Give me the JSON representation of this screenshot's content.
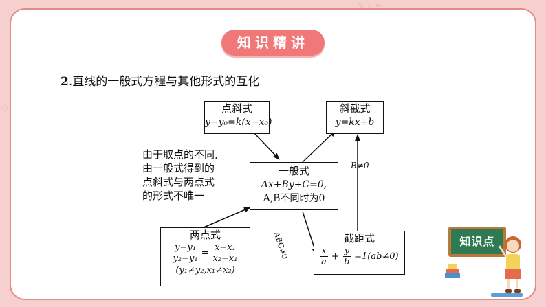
{
  "header": {
    "title": "知识精讲"
  },
  "section": {
    "number": "2",
    "title": ".直线的一般式方程与其他形式的互化"
  },
  "boxes": {
    "point_slope": {
      "name": "点斜式",
      "formula": "y−y₀=k(x−x₀)"
    },
    "slope_intercept": {
      "name": "斜截式",
      "formula": "y=kx+b"
    },
    "general": {
      "name": "一般式",
      "formula": "Ax+By+C=0,",
      "condition": "A,B不同时为0"
    },
    "two_point": {
      "name": "两点式",
      "num_left": "y−y₁",
      "den_left": "y₂−y₁",
      "num_right": "x−x₁",
      "den_right": "x₂−x₁",
      "condition": "(y₁≠y₂,x₁≠x₂)"
    },
    "intercept": {
      "name": "截距式",
      "num_a": "x",
      "den_a": "a",
      "num_b": "y",
      "den_b": "b",
      "rest": "=1(ab≠0)"
    }
  },
  "note": {
    "lines": [
      "由于取点的不同,",
      "由一般式得到的",
      "点斜式与两点式",
      "的形式不唯一"
    ]
  },
  "edge_labels": {
    "b_nonzero": "B≠0",
    "abc_nonzero": "ABC≠0"
  },
  "badge": {
    "label": "知识点"
  },
  "colors": {
    "accent": "#f07878",
    "background": "#f6cfcf",
    "border": "#e58a8a"
  }
}
